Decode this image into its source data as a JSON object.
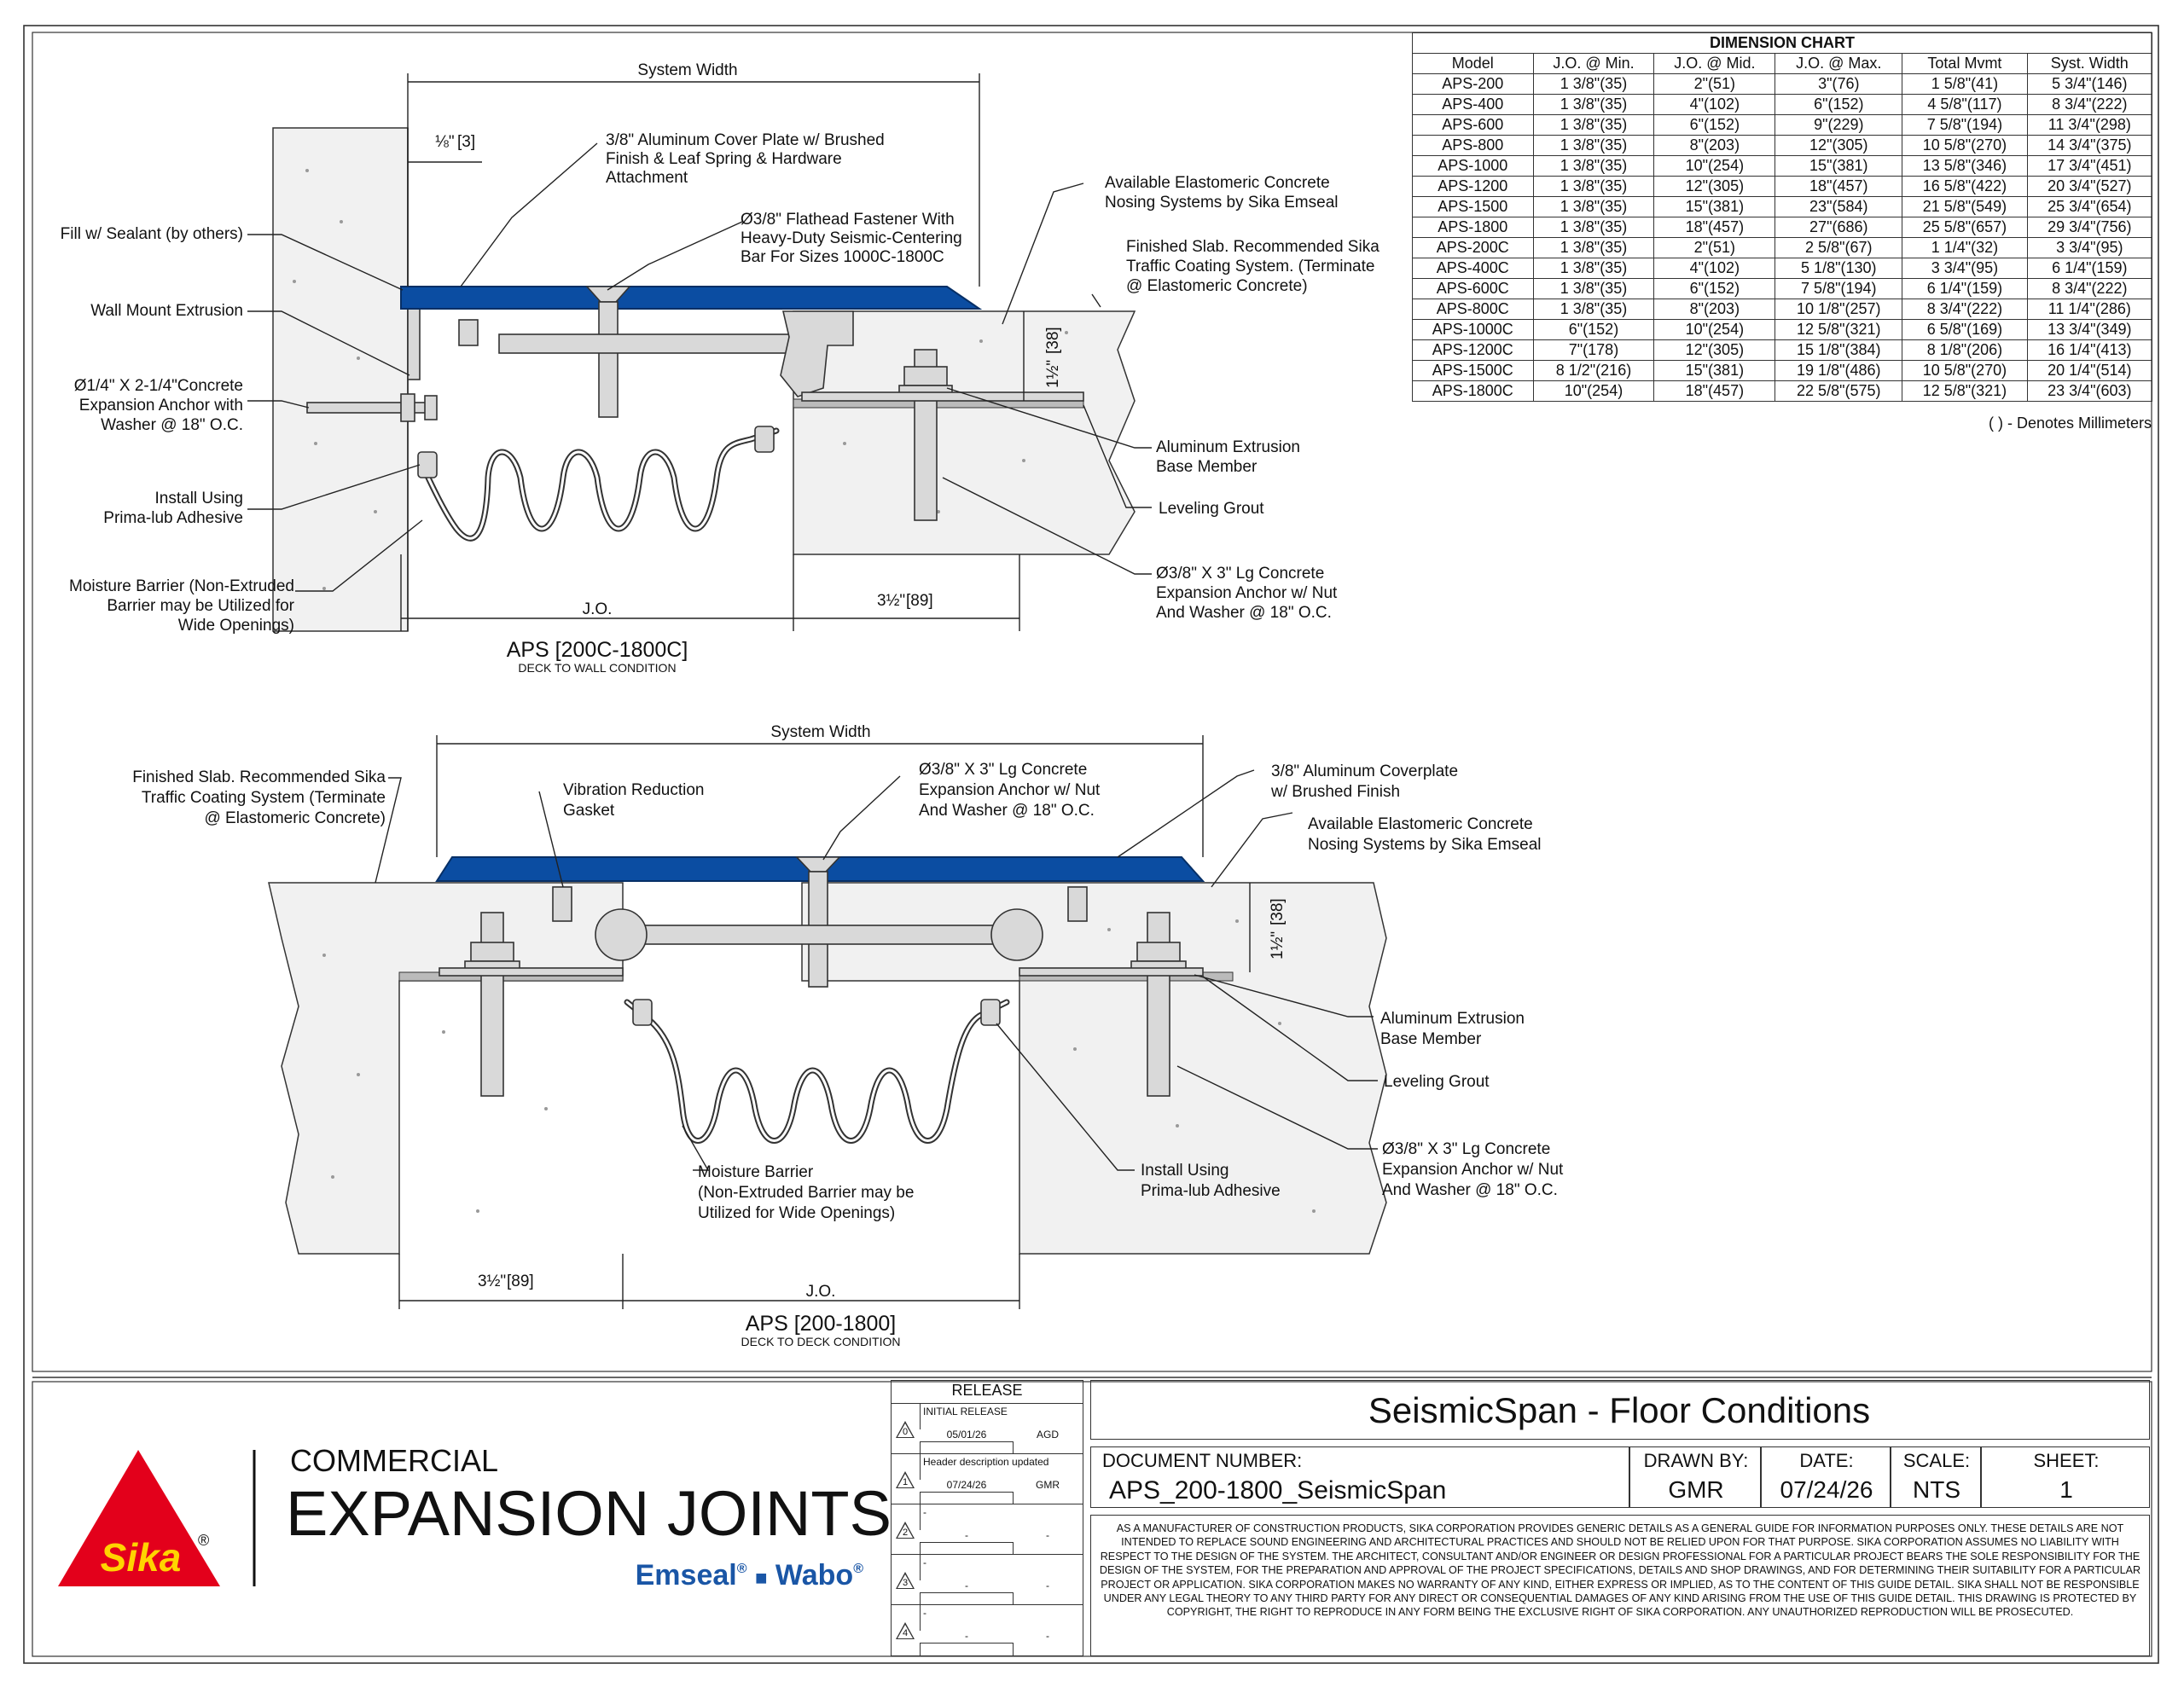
{
  "upper_detail": {
    "title": "APS [200C-1800C]",
    "subtitle": "DECK TO WALL CONDITION",
    "system_width": "System Width",
    "gap_dim": "[3]",
    "rise_dim": "[38]",
    "jo": "J.O.",
    "base_dim": "[89]",
    "labels": {
      "cover_plate": [
        "3/8\" Aluminum Cover Plate w/ Brushed",
        "Finish & Leaf Spring & Hardware",
        "Attachment"
      ],
      "fastener": [
        "Ø3/8\" Flathead Fastener With",
        "Heavy-Duty Seismic-Centering",
        "Bar For Sizes 1000C-1800C"
      ],
      "nosing": [
        "Available Elastomeric Concrete",
        "Nosing Systems by Sika Emseal"
      ],
      "finished_slab": [
        "Finished Slab. Recommended Sika",
        "Traffic Coating System. (Terminate",
        "@ Elastomeric Concrete)"
      ],
      "sealant": [
        "Fill w/ Sealant (by others)"
      ],
      "wall_mount": [
        "Wall Mount Extrusion"
      ],
      "wall_anchor": [
        "Ø1/4\" X 2-1/4\"Concrete",
        "Expansion Anchor with",
        "Washer @ 18\" O.C."
      ],
      "install": [
        "Install Using",
        "Prima-lub Adhesive"
      ],
      "moisture": [
        "Moisture Barrier (Non-Extruded",
        "Barrier may be Utilized for",
        "Wide Openings)"
      ],
      "base_member": [
        "Aluminum Extrusion",
        "Base Member"
      ],
      "grout": [
        "Leveling Grout"
      ],
      "anchor": [
        "Ø3/8\" X 3\" Lg Concrete",
        "Expansion Anchor w/ Nut",
        "And Washer  @ 18\" O.C."
      ]
    }
  },
  "lower_detail": {
    "title": "APS [200-1800]",
    "subtitle": "DECK TO DECK CONDITION",
    "system_width": "System Width",
    "rise_dim": "[38]",
    "jo": "J.O.",
    "base_dim": "[89]",
    "labels": {
      "finished_slab": [
        "Finished Slab. Recommended Sika",
        "Traffic Coating System (Terminate",
        "@ Elastomeric Concrete)"
      ],
      "gasket": [
        "Vibration Reduction",
        "Gasket"
      ],
      "anchor_top": [
        "Ø3/8\" X 3\" Lg Concrete",
        "Expansion Anchor w/ Nut",
        "And Washer  @ 18\" O.C."
      ],
      "coverplate": [
        "3/8\" Aluminum Coverplate",
        "w/ Brushed Finish"
      ],
      "nosing": [
        "Available Elastomeric Concrete",
        "Nosing Systems by Sika Emseal"
      ],
      "base_member": [
        "Aluminum Extrusion",
        "Base Member"
      ],
      "grout": [
        "Leveling Grout"
      ],
      "anchor": [
        "Ø3/8\" X 3\" Lg Concrete",
        "Expansion Anchor w/ Nut",
        "And Washer  @ 18\" O.C."
      ],
      "install": [
        "Install Using",
        "Prima-lub Adhesive"
      ],
      "moisture": [
        "Moisture Barrier",
        "(Non-Extruded Barrier may be",
        "Utilized for Wide Openings)"
      ]
    }
  },
  "dimension_chart": {
    "title": "DIMENSION CHART",
    "headers": [
      "Model",
      "J.O. @ Min.",
      "J.O. @ Mid.",
      "J.O. @ Max.",
      "Total Mvmt",
      "Syst. Width"
    ],
    "rows": [
      [
        "APS-200",
        "1 3/8\"(35)",
        "2\"(51)",
        "3\"(76)",
        "1 5/8\"(41)",
        "5 3/4\"(146)"
      ],
      [
        "APS-400",
        "1 3/8\"(35)",
        "4\"(102)",
        "6\"(152)",
        "4 5/8\"(117)",
        "8 3/4\"(222)"
      ],
      [
        "APS-600",
        "1 3/8\"(35)",
        "6\"(152)",
        "9\"(229)",
        "7 5/8\"(194)",
        "11 3/4\"(298)"
      ],
      [
        "APS-800",
        "1 3/8\"(35)",
        "8\"(203)",
        "12\"(305)",
        "10 5/8\"(270)",
        "14 3/4\"(375)"
      ],
      [
        "APS-1000",
        "1 3/8\"(35)",
        "10\"(254)",
        "15\"(381)",
        "13 5/8\"(346)",
        "17 3/4\"(451)"
      ],
      [
        "APS-1200",
        "1 3/8\"(35)",
        "12\"(305)",
        "18\"(457)",
        "16 5/8\"(422)",
        "20 3/4\"(527)"
      ],
      [
        "APS-1500",
        "1 3/8\"(35)",
        "15\"(381)",
        "23\"(584)",
        "21 5/8\"(549)",
        "25 3/4\"(654)"
      ],
      [
        "APS-1800",
        "1 3/8\"(35)",
        "18\"(457)",
        "27\"(686)",
        "25 5/8\"(657)",
        "29 3/4\"(756)"
      ],
      [
        "APS-200C",
        "1 3/8\"(35)",
        "2\"(51)",
        "2 5/8\"(67)",
        "1 1/4\"(32)",
        "3 3/4\"(95)"
      ],
      [
        "APS-400C",
        "1 3/8\"(35)",
        "4\"(102)",
        "5 1/8\"(130)",
        "3 3/4\"(95)",
        "6 1/4\"(159)"
      ],
      [
        "APS-600C",
        "1 3/8\"(35)",
        "6\"(152)",
        "7 5/8\"(194)",
        "6 1/4\"(159)",
        "8 3/4\"(222)"
      ],
      [
        "APS-800C",
        "1 3/8\"(35)",
        "8\"(203)",
        "10 1/8\"(257)",
        "8 3/4\"(222)",
        "11 1/4\"(286)"
      ],
      [
        "APS-1000C",
        "6\"(152)",
        "10\"(254)",
        "12 5/8\"(321)",
        "6 5/8\"(169)",
        "13 3/4\"(349)"
      ],
      [
        "APS-1200C",
        "7\"(178)",
        "12\"(305)",
        "15 1/8\"(384)",
        "8 1/8\"(206)",
        "16 1/4\"(413)"
      ],
      [
        "APS-1500C",
        "8 1/2\"(216)",
        "15\"(381)",
        "19 1/8\"(486)",
        "10 5/8\"(270)",
        "20 1/4\"(514)"
      ],
      [
        "APS-1800C",
        "10\"(254)",
        "18\"(457)",
        "22 5/8\"(575)",
        "12 5/8\"(321)",
        "23 3/4\"(603)"
      ]
    ],
    "note": "( ) - Denotes Millimeters"
  },
  "logo": {
    "brand": "Sika",
    "registered": "®",
    "line1": "COMMERCIAL",
    "line2": "EXPANSION JOINTS",
    "emseal": "Emseal",
    "wabo": "Wabo",
    "reg": "®",
    "sep": "■",
    "colors": {
      "red": "#e3001b",
      "yellow": "#ffd400",
      "blue": "#1a56a6"
    }
  },
  "release": {
    "title": "RELEASE",
    "entries": [
      {
        "num": "0",
        "desc": "INITIAL RELEASE",
        "date": "05/01/26",
        "by": "AGD"
      },
      {
        "num": "1",
        "desc": "Header description updated",
        "date": "07/24/26",
        "by": "GMR"
      },
      {
        "num": "2",
        "desc": "-",
        "date": "-",
        "by": "-"
      },
      {
        "num": "3",
        "desc": "-",
        "date": "-",
        "by": "-"
      },
      {
        "num": "4",
        "desc": "-",
        "date": "-",
        "by": "-"
      }
    ]
  },
  "title_block": {
    "title": "SeismicSpan - Floor Conditions",
    "doc_number_label": "DOCUMENT NUMBER:",
    "doc_number": "APS_200-1800_SeismicSpan",
    "drawn_by_label": "DRAWN BY:",
    "drawn_by": "GMR",
    "date_label": "DATE:",
    "date": "07/24/26",
    "scale_label": "SCALE:",
    "scale": "NTS",
    "sheet_label": "SHEET:",
    "sheet": "1",
    "disclaimer": "AS A MANUFACTURER OF CONSTRUCTION PRODUCTS, SIKA CORPORATION PROVIDES GENERIC DETAILS AS A GENERAL GUIDE FOR INFORMATION PURPOSES ONLY. THESE DETAILS ARE NOT INTENDED TO REPLACE SOUND ENGINEERING AND ARCHITECTURAL PRACTICES AND SHOULD NOT BE RELIED UPON FOR THAT PURPOSE. SIKA CORPORATION ASSUMES NO LIABILITY WITH RESPECT TO THE DESIGN OF THE SYSTEM. THE ARCHITECT, CONSULTANT AND/OR ENGINEER OR DESIGN PROFESSIONAL FOR A PARTICULAR PROJECT BEARS THE SOLE RESPONSIBILITY FOR THE DESIGN OF THE SYSTEM, FOR THE PREPARATION AND APPROVAL OF THE PROJECT SPECIFICATIONS, DETAILS AND SHOP DRAWINGS, AND FOR DETERMINING THEIR SUITABILITY FOR A PARTICULAR PROJECT OR APPLICATION. SIKA CORPORATION MAKES NO WARRANTY OF ANY KIND, EITHER EXPRESS OR IMPLIED, AS TO THE CONTENT OF THIS GUIDE DETAIL. SIKA SHALL NOT BE RESPONSIBLE UNDER ANY LEGAL THEORY TO ANY THIRD PARTY FOR ANY DIRECT OR CONSEQUENTIAL DAMAGES OF ANY KIND ARISING FROM THE USE OF THIS GUIDE DETAIL. THIS DRAWING IS PROTECTED BY COPYRIGHT, THE RIGHT TO REPRODUCE IN ANY FORM BEING THE EXCLUSIVE RIGHT OF SIKA CORPORATION. ANY UNAUTHORIZED REPRODUCTION WILL BE PROSECUTED."
  }
}
